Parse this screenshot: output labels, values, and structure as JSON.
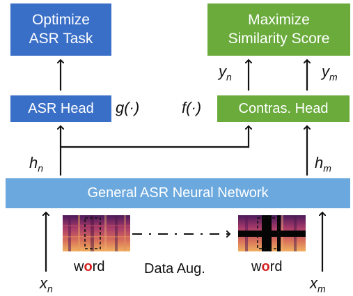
{
  "boxes": {
    "optimize_line1": "Optimize",
    "optimize_line2": "ASR Task",
    "maximize_line1": "Maximize",
    "maximize_line2": "Similarity Score",
    "asr_head": "ASR Head",
    "contras_head": "Contras. Head",
    "general_network": "General ASR Neural Network"
  },
  "labels": {
    "g": "g(·)",
    "f": "f(·)",
    "yn_base": "y",
    "yn_sub": "n",
    "ym_base": "y",
    "ym_sub": "m",
    "hn_base": "h",
    "hn_sub": "n",
    "hm_base": "h",
    "hm_sub": "m",
    "xn_base": "x",
    "xn_sub": "n",
    "xm_base": "x",
    "xm_sub": "m"
  },
  "word_left": {
    "pre": "w",
    "highlight": "o",
    "post": "rd"
  },
  "word_right": {
    "pre": "w",
    "highlight": "o",
    "post": "rd"
  },
  "data_aug": "Data Aug.",
  "colors": {
    "box_blue": "#3a6fc8",
    "box_green": "#6aab3c",
    "box_lightblue": "#6aa8dd",
    "highlight_red": "#d42020",
    "spectrogram": "#c85a6a"
  }
}
